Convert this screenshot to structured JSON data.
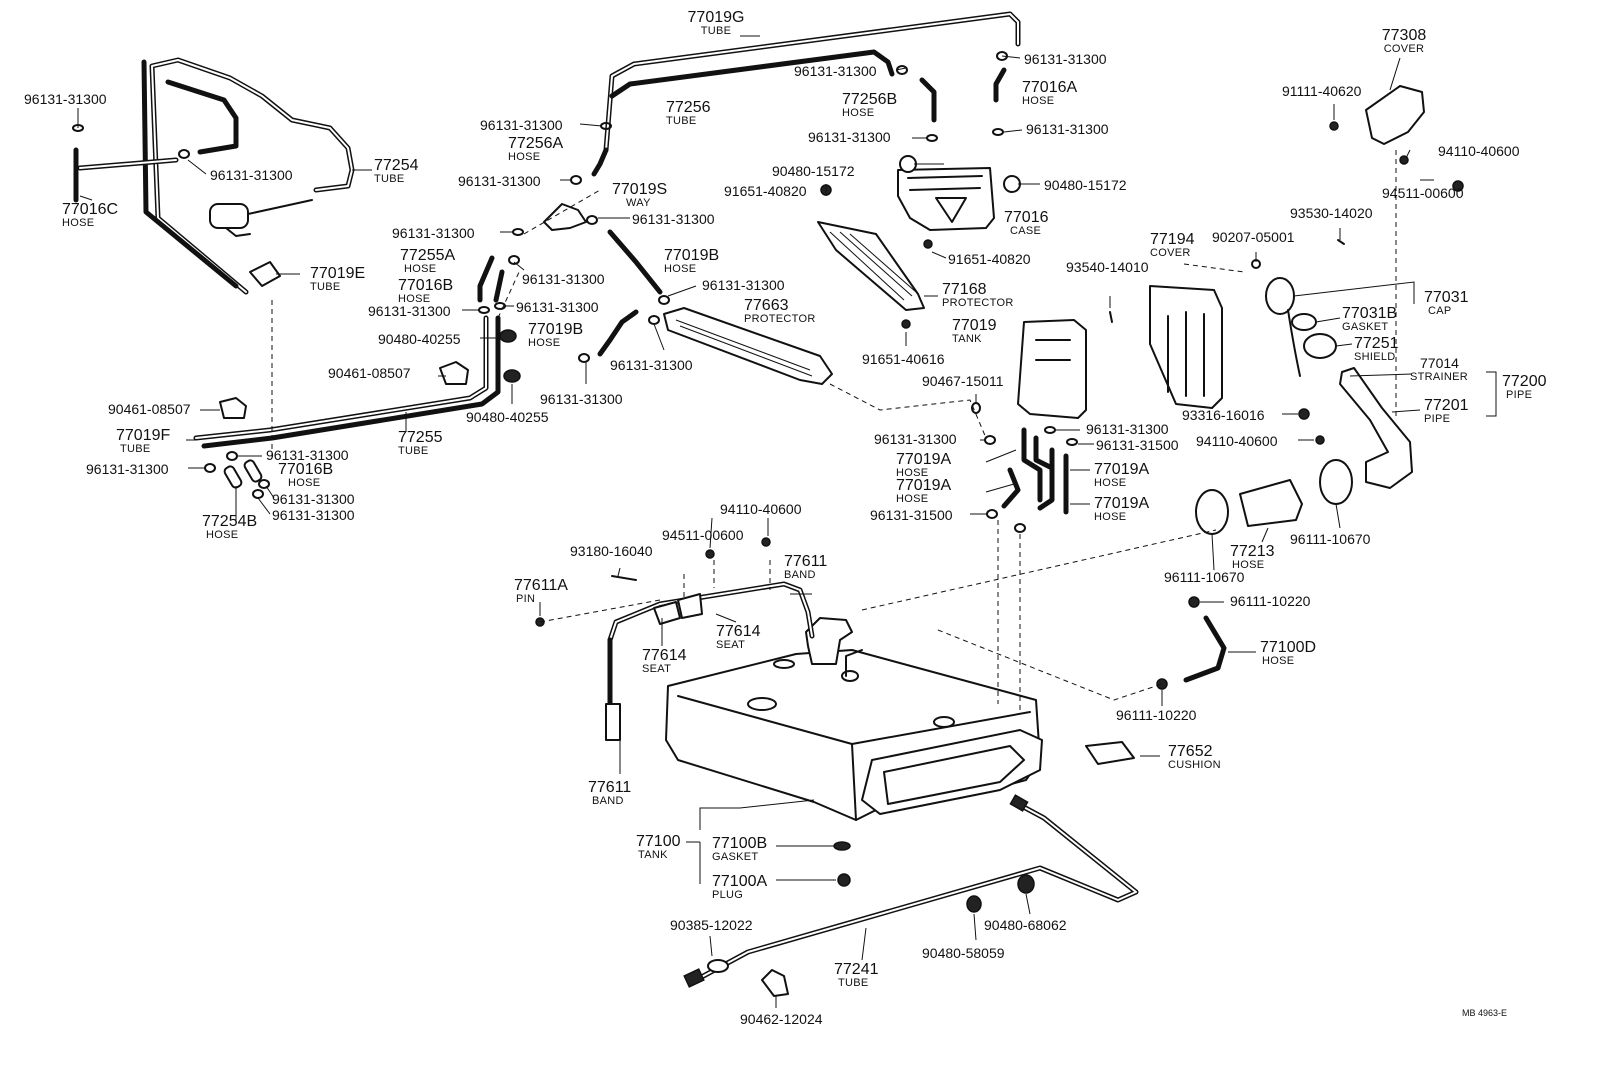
{
  "diagram_code": "MB 4963-E",
  "callouts": [
    {
      "id": "c1",
      "num": "77019G",
      "lbl": "TUBE"
    },
    {
      "id": "c2",
      "num": "96131-31300",
      "lbl": ""
    },
    {
      "id": "c3",
      "num": "96131-31300",
      "lbl": ""
    },
    {
      "id": "c4",
      "num": "77016A",
      "lbl": "HOSE"
    },
    {
      "id": "c5",
      "num": "77308",
      "lbl": "COVER"
    },
    {
      "id": "c6",
      "num": "96131-31300",
      "lbl": ""
    },
    {
      "id": "c7",
      "num": "91111-40620",
      "lbl": ""
    },
    {
      "id": "c8",
      "num": "77256",
      "lbl": "TUBE"
    },
    {
      "id": "c9",
      "num": "77256B",
      "lbl": "HOSE"
    },
    {
      "id": "c10",
      "num": "96131-31300",
      "lbl": ""
    },
    {
      "id": "c11",
      "num": "96131-31300",
      "lbl": ""
    },
    {
      "id": "c12",
      "num": "96131-31300",
      "lbl": ""
    },
    {
      "id": "c13",
      "num": "77256A",
      "lbl": "HOSE"
    },
    {
      "id": "c14",
      "num": "94110-40600",
      "lbl": ""
    },
    {
      "id": "c15",
      "num": "77254",
      "lbl": "TUBE"
    },
    {
      "id": "c16",
      "num": "96131-31300",
      "lbl": ""
    },
    {
      "id": "c17",
      "num": "90480-15172",
      "lbl": ""
    },
    {
      "id": "c18",
      "num": "90480-15172",
      "lbl": ""
    },
    {
      "id": "c19",
      "num": "94511-00600",
      "lbl": ""
    },
    {
      "id": "c20",
      "num": "96131-31300",
      "lbl": ""
    },
    {
      "id": "c21",
      "num": "77019S",
      "lbl": "WAY"
    },
    {
      "id": "c22",
      "num": "91651-40820",
      "lbl": ""
    },
    {
      "id": "c23",
      "num": "77016C",
      "lbl": "HOSE"
    },
    {
      "id": "c24",
      "num": "96131-31300",
      "lbl": ""
    },
    {
      "id": "c25",
      "num": "77016",
      "lbl": "CASE"
    },
    {
      "id": "c26",
      "num": "93530-14020",
      "lbl": ""
    },
    {
      "id": "c27",
      "num": "96131-31300",
      "lbl": ""
    },
    {
      "id": "c28",
      "num": "77255A",
      "lbl": "HOSE"
    },
    {
      "id": "c29",
      "num": "77019B",
      "lbl": "HOSE"
    },
    {
      "id": "c30",
      "num": "91651-40820",
      "lbl": ""
    },
    {
      "id": "c31",
      "num": "77194",
      "lbl": "COVER"
    },
    {
      "id": "c32",
      "num": "90207-05001",
      "lbl": ""
    },
    {
      "id": "c33",
      "num": "77019E",
      "lbl": "TUBE"
    },
    {
      "id": "c34",
      "num": "96131-31300",
      "lbl": ""
    },
    {
      "id": "c35",
      "num": "77016B",
      "lbl": "HOSE"
    },
    {
      "id": "c36",
      "num": "96131-31300",
      "lbl": ""
    },
    {
      "id": "c37",
      "num": "93540-14010",
      "lbl": ""
    },
    {
      "id": "c38",
      "num": "77031",
      "lbl": "CAP"
    },
    {
      "id": "c39",
      "num": "96131-31300",
      "lbl": ""
    },
    {
      "id": "c40",
      "num": "96131-31300",
      "lbl": ""
    },
    {
      "id": "c41",
      "num": "77663",
      "lbl": "PROTECTOR"
    },
    {
      "id": "c42",
      "num": "77168",
      "lbl": "PROTECTOR"
    },
    {
      "id": "c43",
      "num": "77031B",
      "lbl": "GASKET"
    },
    {
      "id": "c44",
      "num": "90480-40255",
      "lbl": ""
    },
    {
      "id": "c45",
      "num": "77019B",
      "lbl": "HOSE"
    },
    {
      "id": "c46",
      "num": "77019",
      "lbl": "TANK"
    },
    {
      "id": "c47",
      "num": "77251",
      "lbl": "SHIELD"
    },
    {
      "id": "c48",
      "num": "96131-31300",
      "lbl": ""
    },
    {
      "id": "c49",
      "num": "91651-40616",
      "lbl": ""
    },
    {
      "id": "c50",
      "num": "77014",
      "lbl": "STRAINER"
    },
    {
      "id": "c51",
      "num": "90461-08507",
      "lbl": ""
    },
    {
      "id": "c52",
      "num": "96131-31300",
      "lbl": ""
    },
    {
      "id": "c53",
      "num": "90467-15011",
      "lbl": ""
    },
    {
      "id": "c54",
      "num": "77200",
      "lbl": "PIPE"
    },
    {
      "id": "c55",
      "num": "90480-40255",
      "lbl": ""
    },
    {
      "id": "c56",
      "num": "90461-08507",
      "lbl": ""
    },
    {
      "id": "c57",
      "num": "77201",
      "lbl": "PIPE"
    },
    {
      "id": "c58",
      "num": "93316-16016",
      "lbl": ""
    },
    {
      "id": "c59",
      "num": "96131-31300",
      "lbl": ""
    },
    {
      "id": "c60",
      "num": "77019F",
      "lbl": "TUBE"
    },
    {
      "id": "c61",
      "num": "77255",
      "lbl": "TUBE"
    },
    {
      "id": "c62",
      "num": "96131-31300",
      "lbl": ""
    },
    {
      "id": "c63",
      "num": "96131-31500",
      "lbl": ""
    },
    {
      "id": "c64",
      "num": "94110-40600",
      "lbl": ""
    },
    {
      "id": "c65",
      "num": "96131-31300",
      "lbl": ""
    },
    {
      "id": "c66",
      "num": "77019A",
      "lbl": "HOSE"
    },
    {
      "id": "c67",
      "num": "77019A",
      "lbl": "HOSE"
    },
    {
      "id": "c68",
      "num": "96131-31300",
      "lbl": ""
    },
    {
      "id": "c69",
      "num": "77016B",
      "lbl": "HOSE"
    },
    {
      "id": "c70",
      "num": "77019A",
      "lbl": "HOSE"
    },
    {
      "id": "c71",
      "num": "96131-31300",
      "lbl": ""
    },
    {
      "id": "c72",
      "num": "77019A",
      "lbl": "HOSE"
    },
    {
      "id": "c73",
      "num": "96131-31300",
      "lbl": ""
    },
    {
      "id": "c74",
      "num": "96131-31500",
      "lbl": ""
    },
    {
      "id": "c75",
      "num": "96111-10670",
      "lbl": ""
    },
    {
      "id": "c76",
      "num": "77254B",
      "lbl": "HOSE"
    },
    {
      "id": "c77",
      "num": "94110-40600",
      "lbl": ""
    },
    {
      "id": "c78",
      "num": "94511-00600",
      "lbl": ""
    },
    {
      "id": "c79",
      "num": "77213",
      "lbl": "HOSE"
    },
    {
      "id": "c80",
      "num": "93180-16040",
      "lbl": ""
    },
    {
      "id": "c81",
      "num": "77611",
      "lbl": "BAND"
    },
    {
      "id": "c82",
      "num": "96111-10670",
      "lbl": ""
    },
    {
      "id": "c83",
      "num": "77611A",
      "lbl": "PIN"
    },
    {
      "id": "c84",
      "num": "96111-10220",
      "lbl": ""
    },
    {
      "id": "c85",
      "num": "77614",
      "lbl": "SEAT"
    },
    {
      "id": "c86",
      "num": "77614",
      "lbl": "SEAT"
    },
    {
      "id": "c87",
      "num": "77100D",
      "lbl": "HOSE"
    },
    {
      "id": "c88",
      "num": "96111-10220",
      "lbl": ""
    },
    {
      "id": "c89",
      "num": "77652",
      "lbl": "CUSHION"
    },
    {
      "id": "c90",
      "num": "77611",
      "lbl": "BAND"
    },
    {
      "id": "c91",
      "num": "77100",
      "lbl": "TANK"
    },
    {
      "id": "c92",
      "num": "77100B",
      "lbl": "GASKET"
    },
    {
      "id": "c93",
      "num": "77100A",
      "lbl": "PLUG"
    },
    {
      "id": "c94",
      "num": "90385-12022",
      "lbl": ""
    },
    {
      "id": "c95",
      "num": "90480-68062",
      "lbl": ""
    },
    {
      "id": "c96",
      "num": "90480-58059",
      "lbl": ""
    },
    {
      "id": "c97",
      "num": "77241",
      "lbl": "TUBE"
    },
    {
      "id": "c98",
      "num": "90462-12024",
      "lbl": ""
    }
  ]
}
